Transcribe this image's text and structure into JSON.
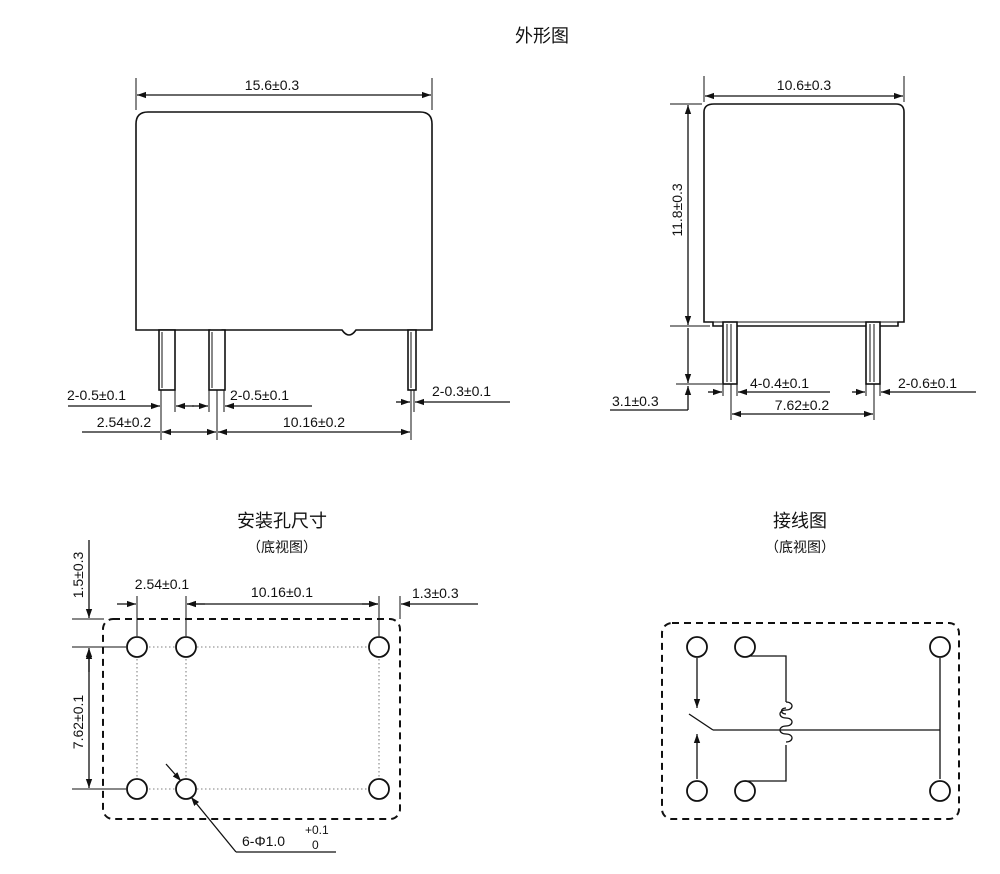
{
  "titles": {
    "outline": "外形图",
    "mounting": "安装孔尺寸",
    "mounting_sub": "（底视图）",
    "wiring": "接线图",
    "wiring_sub": "（底视图）"
  },
  "front_view": {
    "width": "15.6±0.3",
    "pin_width_left": "2-0.5±0.1",
    "pin_width_mid": "2-0.5±0.1",
    "pin_width_right": "2-0.3±0.1",
    "pitch_small": "2.54±0.2",
    "pitch_large": "10.16±0.2"
  },
  "side_view": {
    "width": "10.6±0.3",
    "height": "11.8±0.3",
    "pin_length": "3.1±0.3",
    "pin_width_left": "4-0.4±0.1",
    "pin_width_right": "2-0.6±0.1",
    "pitch": "7.62±0.2"
  },
  "mounting": {
    "top_offset": "1.5±0.3",
    "pitch_small": "2.54±0.1",
    "pitch_large": "10.16±0.1",
    "right_offset": "1.3±0.3",
    "row_pitch": "7.62±0.1",
    "hole_label": "6-Φ1.0",
    "hole_tol_plus": "+0.1",
    "hole_tol_minus": "0"
  }
}
